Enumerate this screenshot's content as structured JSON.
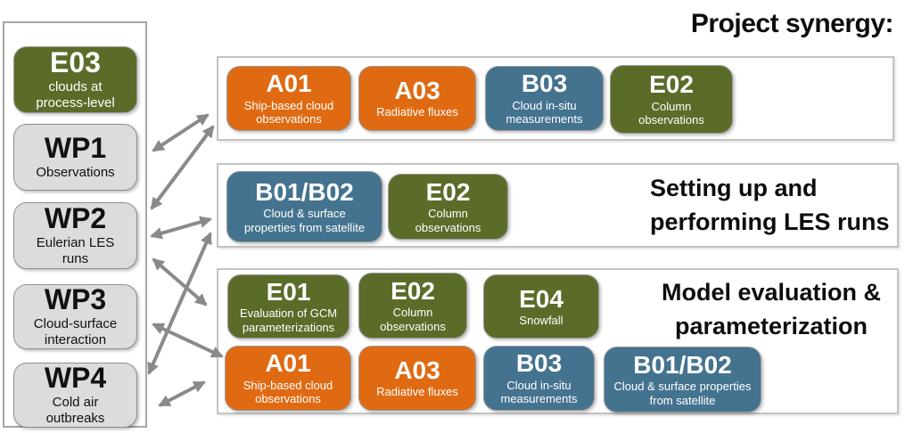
{
  "title": "Project synergy:",
  "colors": {
    "orange": "#E06A12",
    "blue": "#44738F",
    "green": "#5B6C29",
    "gray": "#DCDCDC",
    "arrow": "#8A8A8A"
  },
  "sidebar": {
    "items": [
      {
        "code": "E03",
        "label": "clouds at process-level",
        "color": "green"
      },
      {
        "code": "WP1",
        "label": "Observations",
        "color": "gray"
      },
      {
        "code": "WP2",
        "label": "Eulerian LES runs",
        "color": "gray"
      },
      {
        "code": "WP3",
        "label": "Cloud-surface interaction",
        "color": "gray"
      },
      {
        "code": "WP4",
        "label": "Cold air outbreaks",
        "color": "gray"
      }
    ]
  },
  "groups": [
    {
      "name": "observations-projects",
      "caption_lines": [],
      "boxes": [
        {
          "code": "A01",
          "label": "Ship-based cloud observations",
          "color": "orange"
        },
        {
          "code": "A03",
          "label": "Radiative fluxes",
          "color": "orange"
        },
        {
          "code": "B03",
          "label": "Cloud in-situ measurements",
          "color": "blue"
        },
        {
          "code": "E02",
          "label": "Column observations",
          "color": "green"
        }
      ]
    },
    {
      "name": "les-projects",
      "caption_lines": [
        "Setting up and",
        "performing LES runs"
      ],
      "boxes": [
        {
          "code": "B01/B02",
          "label": "Cloud & surface properties from satellite",
          "color": "blue"
        },
        {
          "code": "E02",
          "label": "Column observations",
          "color": "green"
        }
      ]
    },
    {
      "name": "model-projects",
      "caption_lines": [
        "Model evaluation &",
        "parameterization"
      ],
      "boxes": [
        {
          "code": "E01",
          "label": "Evaluation of GCM parameterizations",
          "color": "green"
        },
        {
          "code": "E02",
          "label": "Column observations",
          "color": "green"
        },
        {
          "code": "E04",
          "label": "Snowfall",
          "color": "green"
        },
        {
          "code": "A01",
          "label": "Ship-based cloud observations",
          "color": "orange"
        },
        {
          "code": "A03",
          "label": "Radiative fluxes",
          "color": "orange"
        },
        {
          "code": "B03",
          "label": "Cloud in-situ measurements",
          "color": "blue"
        },
        {
          "code": "B01/B02",
          "label": "Cloud & surface properties from satellite",
          "color": "blue"
        }
      ]
    }
  ],
  "connections": [
    {
      "from": "WP1",
      "to": "observations-projects",
      "bidirectional": true
    },
    {
      "from": "WP2",
      "to": "observations-projects",
      "bidirectional": true
    },
    {
      "from": "WP2",
      "to": "les-projects",
      "bidirectional": true
    },
    {
      "from": "WP2",
      "to": "model-projects",
      "bidirectional": true
    },
    {
      "from": "WP4",
      "to": "les-projects",
      "bidirectional": true
    },
    {
      "from": "WP3",
      "to": "model-projects",
      "bidirectional": true
    },
    {
      "from": "WP4",
      "to": "model-projects",
      "bidirectional": true
    }
  ]
}
